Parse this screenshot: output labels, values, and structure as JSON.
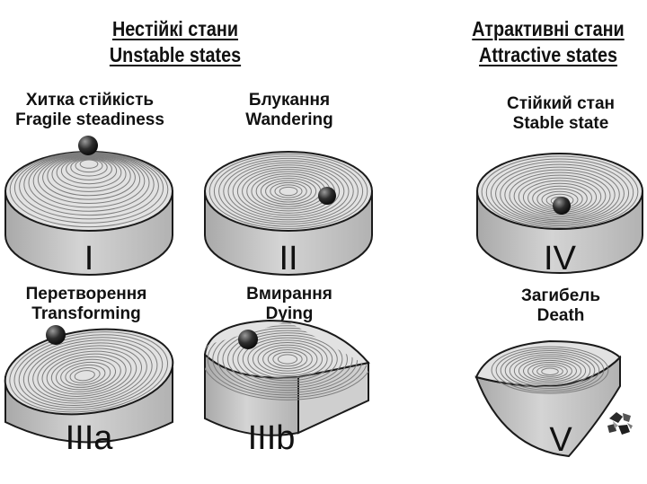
{
  "headers": {
    "unstable": {
      "line1": "Нестійкі стани",
      "line2": "Unstable states"
    },
    "attractive": {
      "line1": "Атрактивні стани",
      "line2": "Attractive states"
    }
  },
  "states": [
    {
      "id": "fragile",
      "uk": "Хитка стійкість",
      "en": "Fragile steadiness",
      "numeral": "I"
    },
    {
      "id": "wandering",
      "uk": "Блукання",
      "en": "Wandering",
      "numeral": "II"
    },
    {
      "id": "transforming",
      "uk": "Перетворення",
      "en": "Transforming",
      "numeral": "IIIa"
    },
    {
      "id": "dying",
      "uk": "Вмирання",
      "en": "Dying",
      "numeral": "IIIb"
    },
    {
      "id": "stable",
      "uk": "Стійкий стан",
      "en": "Stable state",
      "numeral": "IV"
    },
    {
      "id": "death",
      "uk": "Загибель",
      "en": "Death",
      "numeral": "V"
    }
  ],
  "colors": {
    "side": "#c6c6c6",
    "top": "#e2e2e2",
    "ring": "#7d7d7d",
    "outline": "#1a1a1a",
    "ball": "#2a2a2a"
  },
  "icons": {
    "ball": "ball-icon",
    "debris": "debris-icon"
  }
}
